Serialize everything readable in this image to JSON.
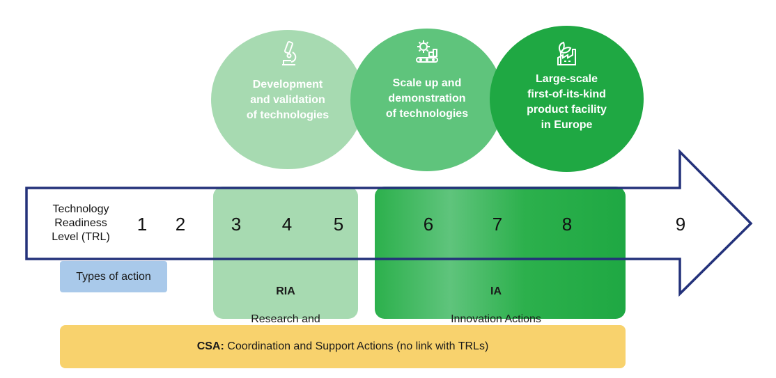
{
  "circles": [
    {
      "text": "Development\nand validation\nof technologies",
      "icon": "microscope-icon",
      "color": "#a7dab1"
    },
    {
      "text": "Scale up and\ndemonstration\nof technologies",
      "icon": "conveyor-gear-icon",
      "color": "#5fc47c"
    },
    {
      "text": "Large-scale\nfirst-of-its-kind\nproduct facility\nin Europe",
      "icon": "factory-plant-icon",
      "color": "#1fa843"
    }
  ],
  "trl": {
    "label": "Technology\nReadiness\nLevel (TRL)",
    "levels": [
      "1",
      "2",
      "3",
      "4",
      "5",
      "6",
      "7",
      "8",
      "9"
    ]
  },
  "types_of_action": {
    "label": "Types of action",
    "color": "#a9c9ea"
  },
  "ria": {
    "title": "RIA",
    "subtitle": "Research and\nInnovation Actions",
    "color": "#a7dab1"
  },
  "ia": {
    "title": "IA",
    "subtitle": "Innovation Actions\n(including Flagships)",
    "color_from": "#2cb04c",
    "color_to": "#1fa843"
  },
  "csa": {
    "title": "CSA:",
    "text": " Coordination and Support Actions (no link with TRLs)",
    "color": "#f8d26d"
  },
  "colors": {
    "arrow_outline": "#23317a"
  }
}
